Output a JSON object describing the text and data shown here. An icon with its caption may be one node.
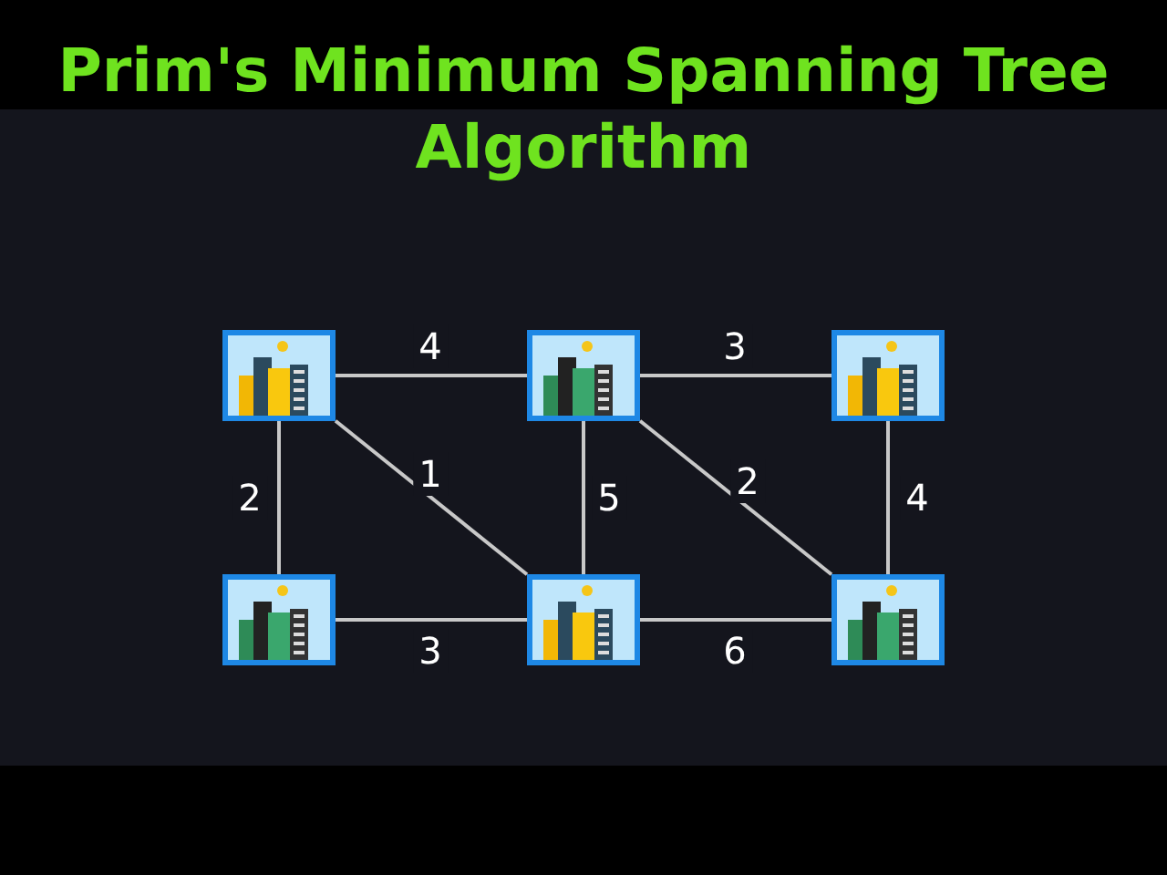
{
  "diagram": {
    "title": "Prim's Minimum Spanning Tree Algorithm",
    "nodes": [
      {
        "text": [],
        "shape": "picture"
      },
      {
        "text": [],
        "shape": "picture"
      },
      {
        "text": [],
        "shape": "picture"
      },
      {
        "text": [],
        "shape": "picture"
      },
      {
        "text": [],
        "shape": "picture"
      },
      {
        "text": [],
        "shape": "picture"
      }
    ],
    "edges": [
      {
        "from": 0,
        "to": 1,
        "arrow": "none",
        "label": "4"
      },
      {
        "from": 1,
        "to": 2,
        "arrow": "none",
        "label": "3"
      },
      {
        "from": 0,
        "to": 3,
        "arrow": "none",
        "label": "2"
      },
      {
        "from": 0,
        "to": 4,
        "arrow": "none",
        "label": "1"
      },
      {
        "from": 1,
        "to": 4,
        "arrow": "none",
        "label": "5"
      },
      {
        "from": 1,
        "to": 5,
        "arrow": "none",
        "label": "2"
      },
      {
        "from": 2,
        "to": 5,
        "arrow": "none",
        "label": "4"
      },
      {
        "from": 3,
        "to": 4,
        "arrow": "none",
        "label": "3"
      },
      {
        "from": 4,
        "to": 5,
        "arrow": "none",
        "label": "6"
      }
    ]
  }
}
